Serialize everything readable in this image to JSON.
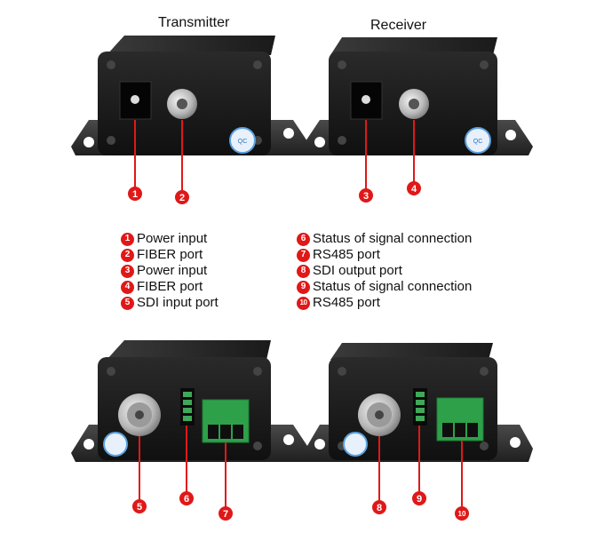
{
  "headings": {
    "transmitter": "Transmitter",
    "receiver": "Receiver"
  },
  "markers": [
    "1",
    "2",
    "3",
    "4",
    "5",
    "6",
    "7",
    "8",
    "9",
    "10"
  ],
  "legend_left": [
    {
      "num": "1",
      "text": "Power input"
    },
    {
      "num": "2",
      "text": "FIBER port"
    },
    {
      "num": "3",
      "text": "Power input"
    },
    {
      "num": "4",
      "text": "FIBER port"
    },
    {
      "num": "5",
      "text": "SDI input port"
    }
  ],
  "legend_right": [
    {
      "num": "6",
      "text": "Status of signal connection"
    },
    {
      "num": "7",
      "text": "RS485 port"
    },
    {
      "num": "8",
      "text": "SDI output port"
    },
    {
      "num": "9",
      "text": "Status of signal connection"
    },
    {
      "num": "10",
      "text": "RS485 port"
    }
  ],
  "colors": {
    "marker": "#e01818",
    "device_body": "#1c1c1c",
    "terminal": "#2fa04a",
    "qc_sticker": "#5aa0e0"
  }
}
